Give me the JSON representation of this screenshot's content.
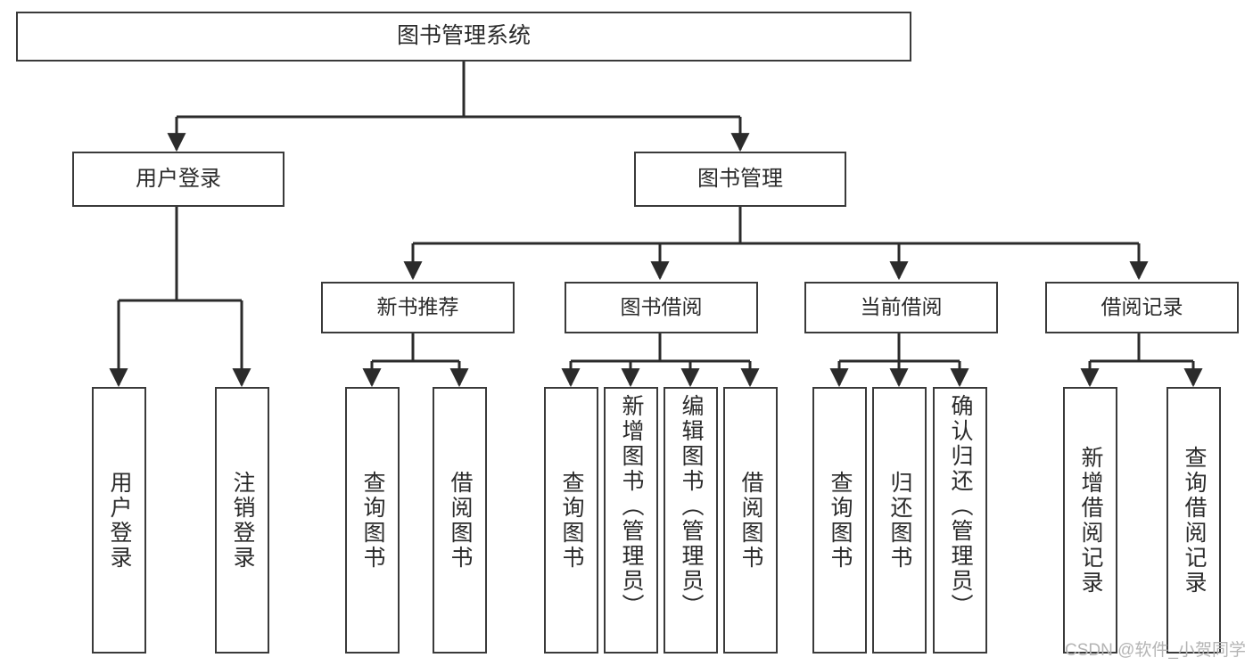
{
  "diagram": {
    "type": "tree-hierarchy-chart",
    "title": "图书管理系统",
    "orientation": "top-down",
    "colors": {
      "box_border": "#3a3a3a",
      "box_fill": "#ffffff",
      "text": "#2b2b2b",
      "connector": "#2b2b2b",
      "watermark": "#b4b4b4",
      "background": "#ffffff"
    },
    "root": {
      "id": "root",
      "label": "图书管理系统"
    },
    "level1": [
      {
        "id": "l1-user-login",
        "label": "用户登录"
      },
      {
        "id": "l1-book-mgmt",
        "label": "图书管理"
      }
    ],
    "level2": [
      {
        "id": "l2-new-book-rec",
        "label": "新书推荐",
        "parent": "l1-book-mgmt"
      },
      {
        "id": "l2-book-borrow",
        "label": "图书借阅",
        "parent": "l1-book-mgmt"
      },
      {
        "id": "l2-current-borrow",
        "label": "当前借阅",
        "parent": "l1-book-mgmt"
      },
      {
        "id": "l2-borrow-record",
        "label": "借阅记录",
        "parent": "l1-book-mgmt"
      }
    ],
    "leaves": [
      {
        "id": "leaf-user-login",
        "label": "用户登录",
        "parent": "l1-user-login"
      },
      {
        "id": "leaf-logout-login",
        "label": "注销登录",
        "parent": "l1-user-login"
      },
      {
        "id": "leaf-query-book-rec",
        "label": "查询图书",
        "parent": "l2-new-book-rec"
      },
      {
        "id": "leaf-borrow-book-rec",
        "label": "借阅图书",
        "parent": "l2-new-book-rec"
      },
      {
        "id": "leaf-query-book-borrow",
        "label": "查询图书",
        "parent": "l2-book-borrow"
      },
      {
        "id": "leaf-add-book-admin",
        "label": "新增图书（管理员）",
        "parent": "l2-book-borrow"
      },
      {
        "id": "leaf-edit-book-admin",
        "label": "编辑图书（管理员）",
        "parent": "l2-book-borrow"
      },
      {
        "id": "leaf-borrow-book",
        "label": "借阅图书",
        "parent": "l2-book-borrow"
      },
      {
        "id": "leaf-query-book-current",
        "label": "查询图书",
        "parent": "l2-current-borrow"
      },
      {
        "id": "leaf-return-book",
        "label": "归还图书",
        "parent": "l2-current-borrow"
      },
      {
        "id": "leaf-confirm-return-admin",
        "label": "确认归还（管理员）",
        "parent": "l2-current-borrow"
      },
      {
        "id": "leaf-add-borrow-record",
        "label": "新增借阅记录",
        "parent": "l2-borrow-record"
      },
      {
        "id": "leaf-query-borrow-record",
        "label": "查询借阅记录",
        "parent": "l2-borrow-record"
      }
    ]
  },
  "watermark": {
    "text": "CSDN @软件_小贺同学"
  }
}
